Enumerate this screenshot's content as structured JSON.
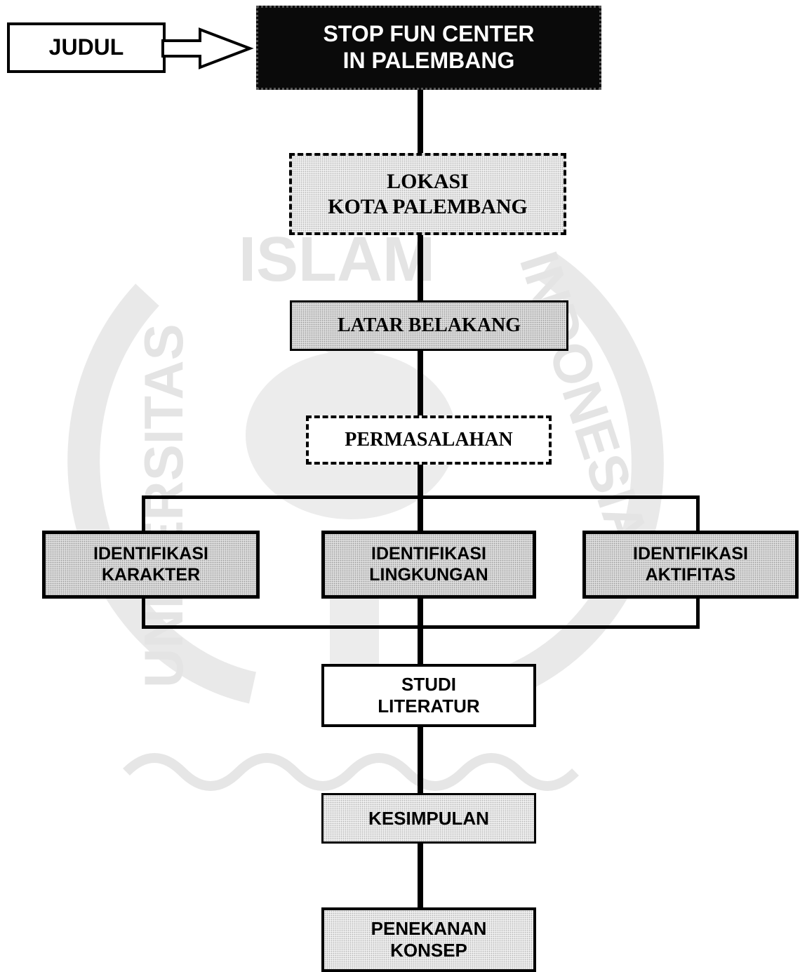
{
  "judul": {
    "label": "JUDUL"
  },
  "title": {
    "line1": "STOP FUN CENTER",
    "line2": "IN PALEMBANG"
  },
  "lokasi": {
    "line1": "LOKASI",
    "line2": "KOTA PALEMBANG"
  },
  "latar_belakang": {
    "label": "LATAR BELAKANG"
  },
  "permasalahan": {
    "label": "PERMASALAHAN"
  },
  "identifikasi": [
    {
      "line1": "IDENTIFIKASI",
      "line2": "KARAKTER"
    },
    {
      "line1": "IDENTIFIKASI",
      "line2": "LINGKUNGAN"
    },
    {
      "line1": "IDENTIFIKASI",
      "line2": "AKTIFITAS"
    }
  ],
  "studi": {
    "line1": "STUDI",
    "line2": "LITERATUR"
  },
  "kesimpulan": {
    "label": "KESIMPULAN"
  },
  "penekanan": {
    "line1": "PENEKANAN",
    "line2": "KONSEP"
  },
  "watermark": {
    "top": "ISLAM",
    "left": "UNIVERSITAS",
    "right": "INDONESIA"
  },
  "colors": {
    "title_bg": "#0a0a0a",
    "box_fill": "#dcdcdc",
    "line": "#000000",
    "watermark": "#e6e6e6"
  }
}
